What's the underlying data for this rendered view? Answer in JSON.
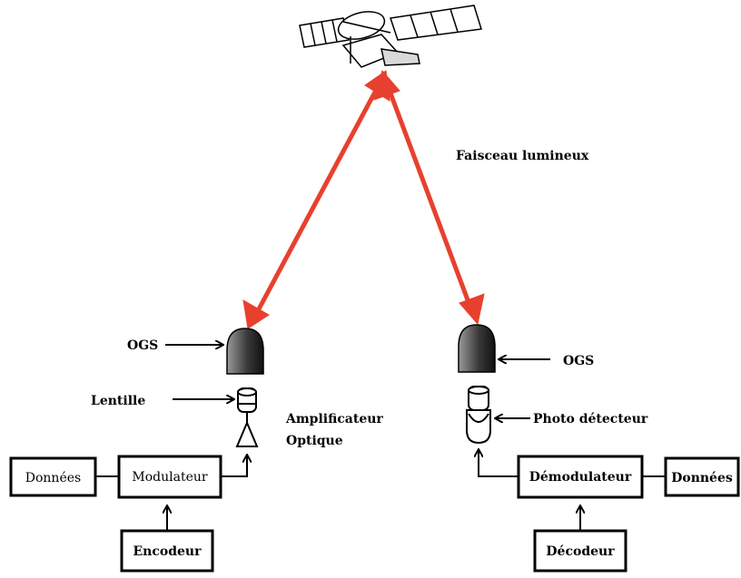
{
  "labels": {
    "beam": "Faisceau lumineux",
    "ogs_left": "OGS",
    "ogs_right": "OGS",
    "lens": "Lentille",
    "amplifier_line1": "Amplificateur",
    "amplifier_line2": "Optique",
    "photodetector": "Photo détecteur"
  },
  "boxes": {
    "data_left": "Données",
    "modulator": "Modulateur",
    "encoder": "Encodeur",
    "demodulator": "Démodulateur",
    "data_right": "Données",
    "decoder": "Décodeur"
  },
  "colors": {
    "beam": "#e8402f",
    "line": "#000000",
    "dome_dark": "#1a1a1a",
    "dome_light": "#9a9a9a"
  },
  "icons": {
    "satellite": "satellite-icon",
    "ground_station": "ogs-dome-icon",
    "lens": "lens-icon",
    "amplifier": "amplifier-triangle-icon",
    "photodetector": "photodetector-icon"
  }
}
